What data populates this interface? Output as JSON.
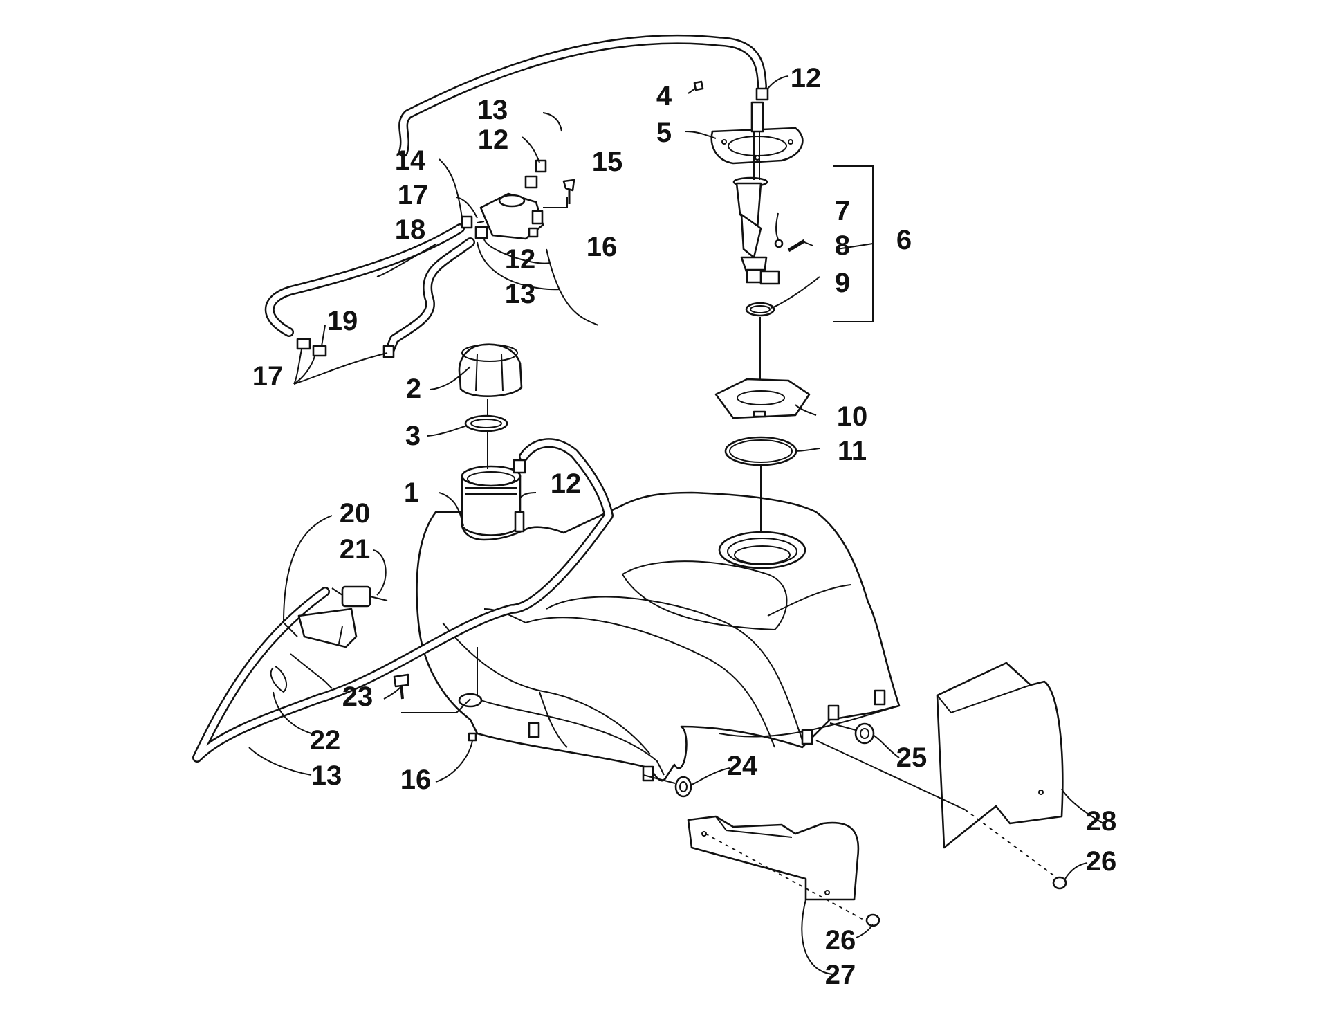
{
  "callouts": [
    {
      "id": "c1",
      "text": "1"
    },
    {
      "id": "c2",
      "text": "2"
    },
    {
      "id": "c3",
      "text": "3"
    },
    {
      "id": "c4",
      "text": "4"
    },
    {
      "id": "c5",
      "text": "5"
    },
    {
      "id": "c6",
      "text": "6"
    },
    {
      "id": "c7",
      "text": "7"
    },
    {
      "id": "c8",
      "text": "8"
    },
    {
      "id": "c9",
      "text": "9"
    },
    {
      "id": "c10",
      "text": "10"
    },
    {
      "id": "c11",
      "text": "11"
    },
    {
      "id": "c12a",
      "text": "12"
    },
    {
      "id": "c12b",
      "text": "12"
    },
    {
      "id": "c12c",
      "text": "12"
    },
    {
      "id": "c12d",
      "text": "12"
    },
    {
      "id": "c13a",
      "text": "13"
    },
    {
      "id": "c13b",
      "text": "13"
    },
    {
      "id": "c13c",
      "text": "13"
    },
    {
      "id": "c14",
      "text": "14"
    },
    {
      "id": "c15",
      "text": "15"
    },
    {
      "id": "c16a",
      "text": "16"
    },
    {
      "id": "c16b",
      "text": "16"
    },
    {
      "id": "c17a",
      "text": "17"
    },
    {
      "id": "c17b",
      "text": "17"
    },
    {
      "id": "c18",
      "text": "18"
    },
    {
      "id": "c19",
      "text": "19"
    },
    {
      "id": "c20",
      "text": "20"
    },
    {
      "id": "c21",
      "text": "21"
    },
    {
      "id": "c22",
      "text": "22"
    },
    {
      "id": "c23",
      "text": "23"
    },
    {
      "id": "c24",
      "text": "24"
    },
    {
      "id": "c25",
      "text": "25"
    },
    {
      "id": "c26a",
      "text": "26"
    },
    {
      "id": "c26b",
      "text": "26"
    },
    {
      "id": "c27",
      "text": "27"
    },
    {
      "id": "c28",
      "text": "28"
    }
  ]
}
